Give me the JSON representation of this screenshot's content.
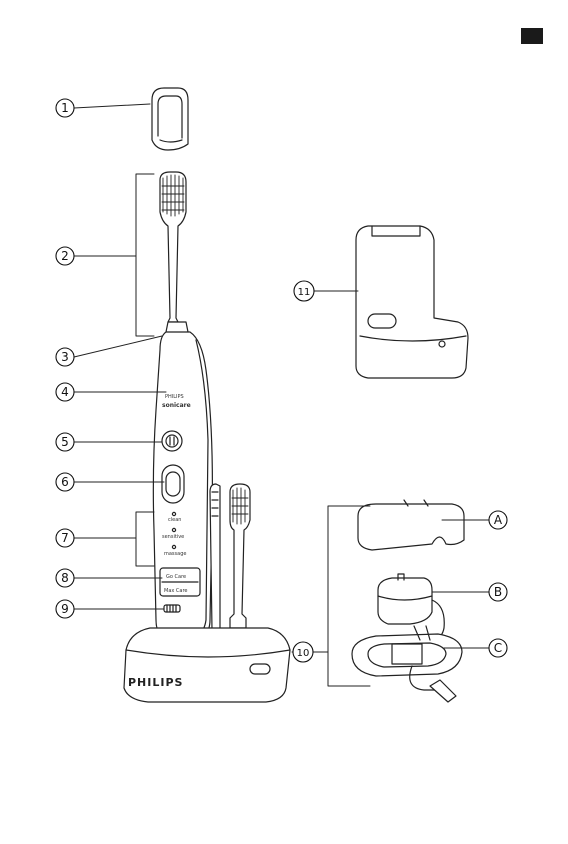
{
  "page_marker": {
    "color": "#1a1a1a"
  },
  "callouts": [
    {
      "id": "1",
      "label": "1"
    },
    {
      "id": "2",
      "label": "2"
    },
    {
      "id": "3",
      "label": "3"
    },
    {
      "id": "4",
      "label": "4"
    },
    {
      "id": "5",
      "label": "5"
    },
    {
      "id": "6",
      "label": "6"
    },
    {
      "id": "7",
      "label": "7"
    },
    {
      "id": "8",
      "label": "8"
    },
    {
      "id": "9",
      "label": "9"
    },
    {
      "id": "10",
      "label": "10"
    },
    {
      "id": "11",
      "label": "11"
    },
    {
      "id": "A",
      "label": "A"
    },
    {
      "id": "B",
      "label": "B"
    },
    {
      "id": "C",
      "label": "C"
    }
  ],
  "handle_text": {
    "brand_small": "PHILIPS",
    "brand_product": "sonicare",
    "mode_clean": "clean",
    "mode_sensitive": "sensitive",
    "mode_massage": "massage",
    "routine_go": "Go Care",
    "routine_max": "Max Care"
  },
  "charger_brand": "PHILIPS"
}
